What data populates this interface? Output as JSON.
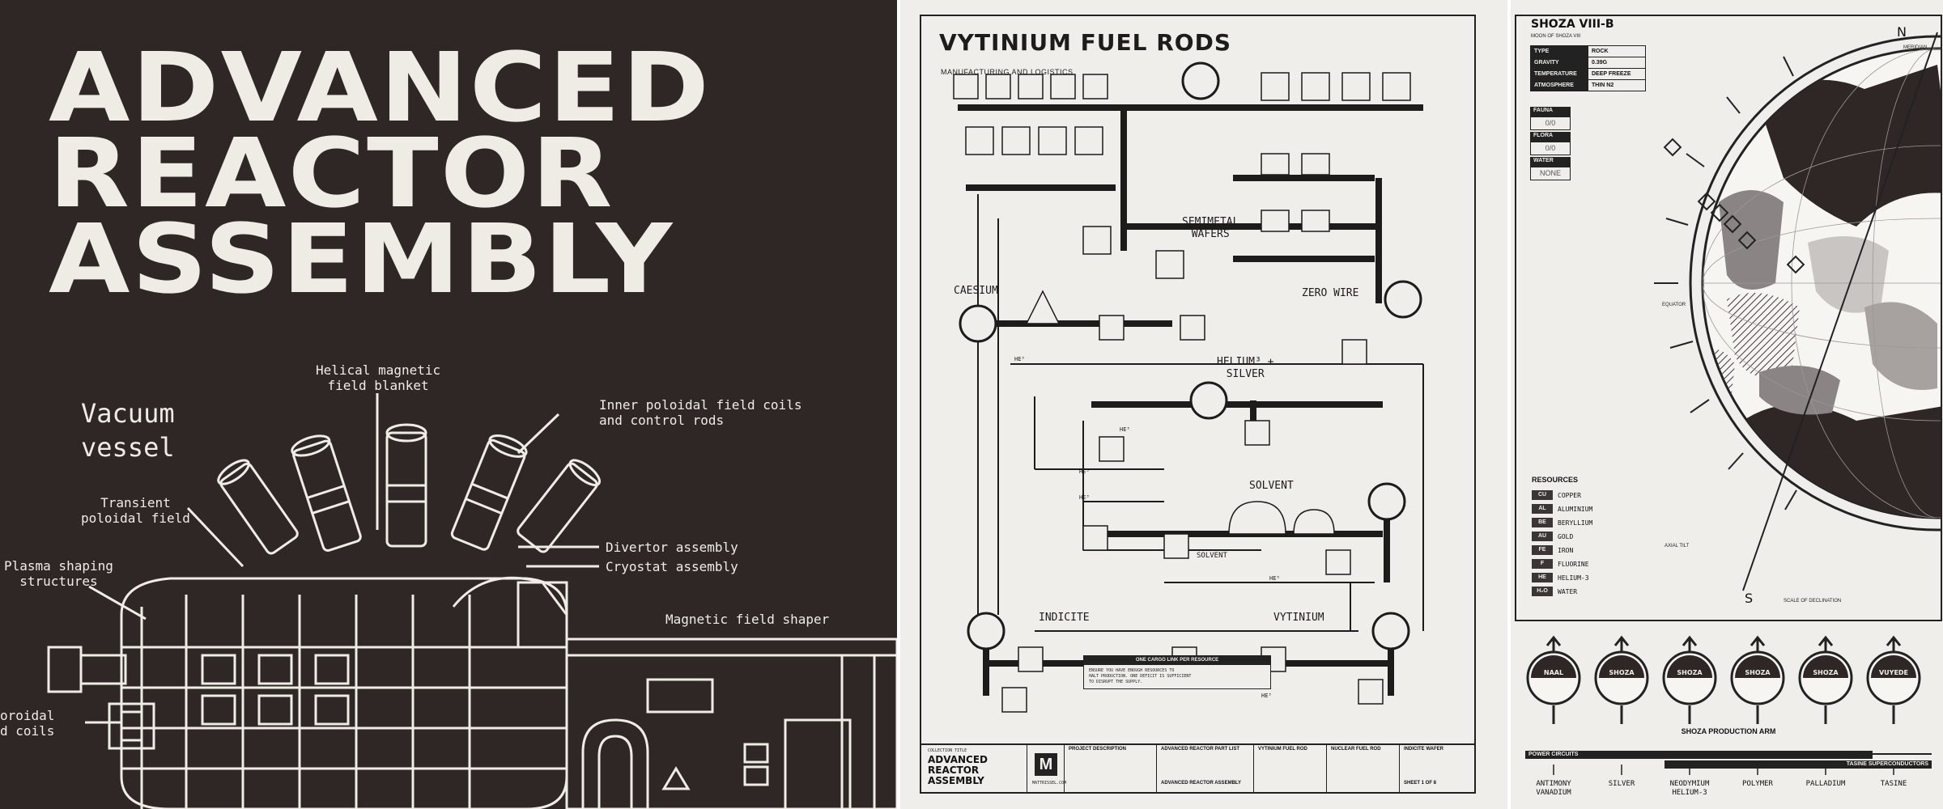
{
  "left_panel": {
    "title_lines": [
      "ADVANCED",
      "REACTOR",
      "ASSEMBLY"
    ],
    "labels": {
      "vacuum_vessel": "Vacuum\nvessel",
      "helical": "Helical magnetic\nfield blanket",
      "inner_poloidal": "Inner poloidal field coils\nand control rods",
      "transient": "Transient\npoloidal field",
      "plasma": "Plasma shaping\nstructures",
      "divertor": "Divertor assembly",
      "cryostat": "Cryostat assembly",
      "magnetic_shaper": "Magnetic field shaper",
      "toroidal": "oroidal\nd coils"
    }
  },
  "middle_panel": {
    "title": "VYTINIUM FUEL RODS",
    "subtitle": "MANUFACTURING AND LOGISTICS",
    "nodes": {
      "semimetal": "SEMIMETAL\nWAFERS",
      "caesium": "CAESIUM",
      "zero_wire": "ZERO WIRE",
      "helium_silver": "HELIUM³ +\nSILVER",
      "solvent": "SOLVENT",
      "solvent_low": "SOLVENT",
      "indicite": "INDICITE",
      "vytinium": "VYTINIUM"
    },
    "he3": "HE³",
    "cargo_box": {
      "title": "ONE CARGO LINK PER RESOURCE",
      "text": "ENSURE YOU HAVE ENOUGH RESOURCES TO\nHALT PRODUCTION. ONE DEFICIT IS SUFFICIENT\nTO DISRUPT THE SUPPLY."
    },
    "footer": {
      "collection_label": "COLLECTION TITLE",
      "collection_title": "ADVANCED\nREACTOR\nASSEMBLY",
      "site": "MATTRISSEL.COM",
      "project_label": "PROJECT DESCRIPTION",
      "parts_label": "ADVANCED REACTOR PART LIST",
      "col1": "VYTINIUM FUEL ROD",
      "col2": "NUCLEAR FUEL ROD",
      "col3": "INDICITE WAFER",
      "bottom_left": "ADVANCED REACTOR ASSEMBLY",
      "sheet": "SHEET 1 OF 8"
    }
  },
  "right_panel": {
    "title": "SHOZA VIII-B",
    "subtitle": "MOON OF SHOZA VIII",
    "stats": [
      {
        "k": "TYPE",
        "v": "ROCK"
      },
      {
        "k": "GRAVITY",
        "v": "0.39G"
      },
      {
        "k": "TEMPERATURE",
        "v": "DEEP FREEZE"
      },
      {
        "k": "ATMOSPHERE",
        "v": "THIN N2"
      }
    ],
    "fauna": {
      "label": "FAUNA",
      "value": "0/0"
    },
    "flora": {
      "label": "FLORA",
      "value": "0/0"
    },
    "water": {
      "label": "WATER",
      "value": "NONE"
    },
    "resources_title": "RESOURCES",
    "resources": [
      {
        "sym": "CU",
        "name": "COPPER"
      },
      {
        "sym": "AL",
        "name": "ALUMINIUM"
      },
      {
        "sym": "BE",
        "name": "BERYLLIUM"
      },
      {
        "sym": "AU",
        "name": "GOLD"
      },
      {
        "sym": "FE",
        "name": "IRON"
      },
      {
        "sym": "F",
        "name": "FLUORINE"
      },
      {
        "sym": "HE",
        "name": "HELIUM-3"
      },
      {
        "sym": "H₂O",
        "name": "WATER"
      }
    ],
    "compass": {
      "n": "N",
      "s": "S"
    },
    "axis_labels": {
      "meridian": "MERIDIAN",
      "equator": "EQUATOR",
      "axial_tilt": "AXIAL TILT",
      "scale": "SCALE OF DECLINATION"
    },
    "medals": [
      "NAAL",
      "SHOZA",
      "SHOZA",
      "SHOZA",
      "SHOZA",
      "VUYEDE"
    ],
    "arm_title": "SHOZA PRODUCTION ARM",
    "power": "POWER CIRCUITS",
    "tasine": "TASINE SUPERCONDUCTORS",
    "arm_items": [
      "ANTIMONY\nVANADIUM",
      "SILVER",
      "NEODYMIUM\nHELIUM-3",
      "POLYMER",
      "PALLADIUM",
      "TASINE"
    ]
  },
  "colors": {
    "dark": "#2e2726",
    "paper": "#f0eeea",
    "ink": "#1e1b1b"
  }
}
